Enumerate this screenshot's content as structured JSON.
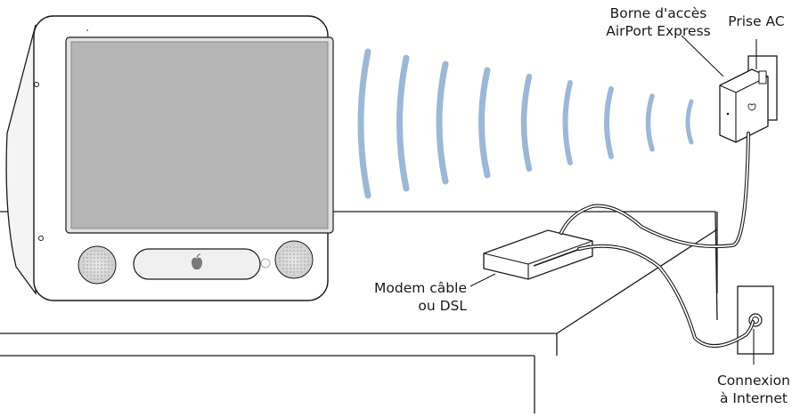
{
  "labels": {
    "base_station": [
      "Borne d'accès",
      "AirPort Express"
    ],
    "ac_outlet": [
      "Prise AC"
    ],
    "modem": [
      "Modem câble",
      "ou DSL"
    ],
    "internet": [
      "Connexion",
      "à Internet"
    ]
  },
  "colors": {
    "line": "#1a1a1a",
    "wave": "#9db8d6",
    "screen": "#b5b5b5",
    "device_white": "#ffffff"
  },
  "icons": {
    "apple_logo": "apple-logo-icon",
    "wifi_waves": "wireless-signal-icon"
  }
}
